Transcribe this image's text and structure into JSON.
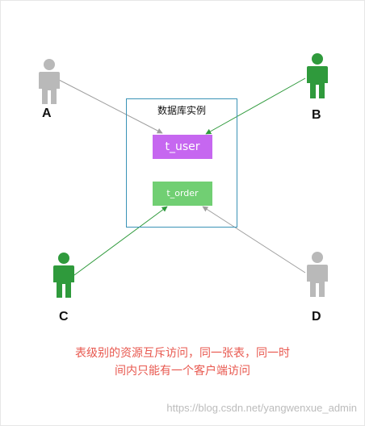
{
  "diagram": {
    "db_title": "数据库实例",
    "tables": {
      "t_user": "t_user",
      "t_order": "t_order"
    },
    "users": {
      "A": "A",
      "B": "B",
      "C": "C",
      "D": "D"
    },
    "caption_line1": "表级别的资源互斥访问，同一张表，同一时",
    "caption_line2": "间内只能有一个客户端访问",
    "watermark": "https://blog.csdn.net/yangwenxue_admin",
    "colors": {
      "idle_user": "#b9b9b9",
      "active_user": "#2f9a3c",
      "t_user_fill": "#c667f0",
      "t_order_fill": "#71cf73",
      "instance_border": "#3a93b6",
      "caption": "#e8584f"
    }
  }
}
